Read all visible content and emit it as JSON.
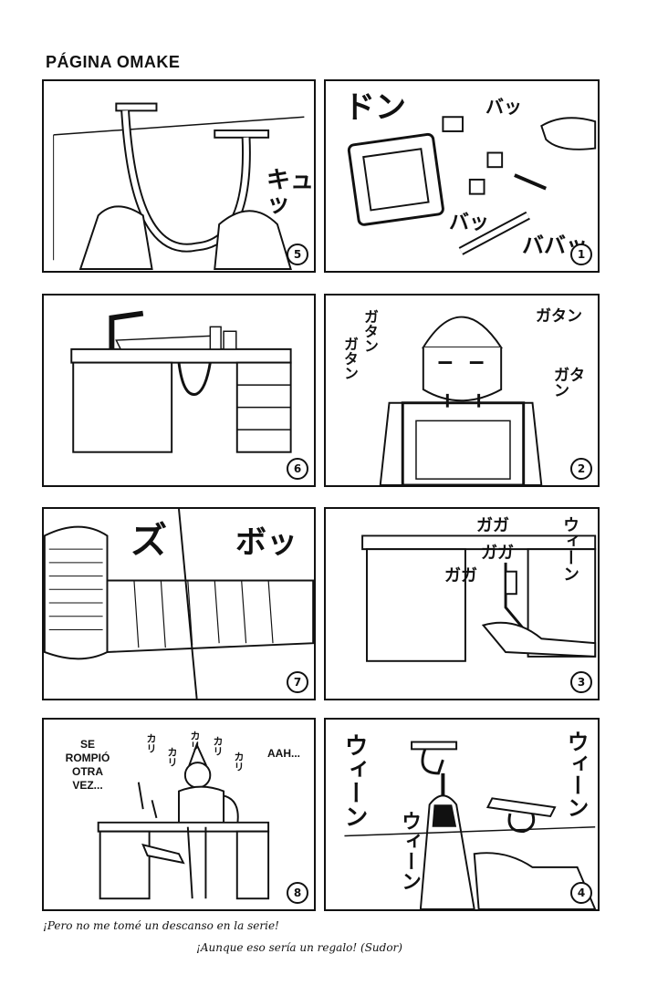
{
  "page": {
    "title": "PÁGINA OMAKE",
    "caption_line1": "¡Pero no me tomé un descanso en la serie!",
    "caption_line2": "¡Aunque eso sería un regalo! (Sudor)"
  },
  "panels": [
    {
      "id": "p5",
      "number": "5",
      "sfx": [
        "キュッ"
      ]
    },
    {
      "id": "p1",
      "number": "1",
      "sfx": [
        "ドン",
        "バッ",
        "バッ",
        "ババッ"
      ]
    },
    {
      "id": "p6",
      "number": "6",
      "sfx": []
    },
    {
      "id": "p2",
      "number": "2",
      "sfx": [
        "ガタン",
        "ガタン",
        "ガタン",
        "ガタン"
      ]
    },
    {
      "id": "p7",
      "number": "7",
      "sfx": [
        "ズ",
        "ボッ"
      ]
    },
    {
      "id": "p3",
      "number": "3",
      "sfx": [
        "ガガ",
        "ガガ",
        "ガガ",
        "ウィーン"
      ]
    },
    {
      "id": "p8",
      "number": "8",
      "sfx": [
        "カリ",
        "カリ",
        "カリ",
        "カリ",
        "カリ"
      ],
      "dialogue_left": "SE\nROMPIÓ\nOTRA\nVEZ...",
      "dialogue_right": "AAH..."
    },
    {
      "id": "p4",
      "number": "4",
      "sfx": [
        "ウィーン",
        "ウィーン",
        "ウィーン"
      ]
    }
  ]
}
